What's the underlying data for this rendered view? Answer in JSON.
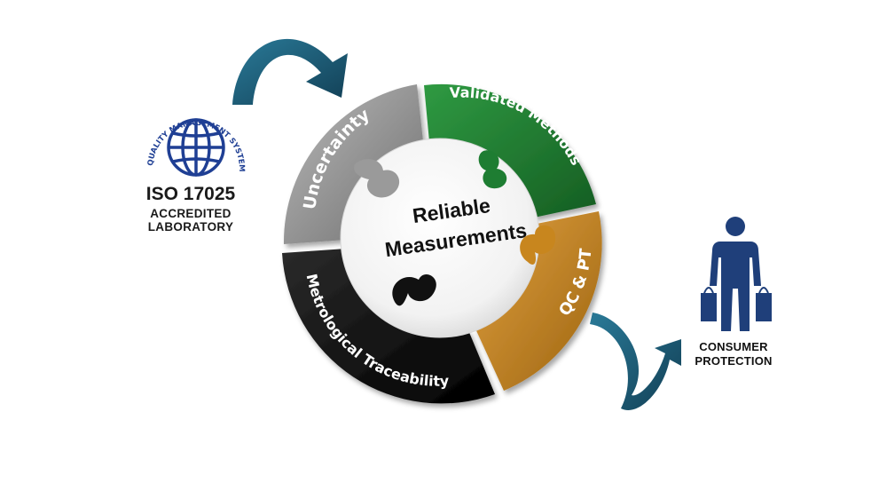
{
  "diagram": {
    "center_line1": "Reliable",
    "center_line2": "Measurements",
    "segments": [
      {
        "label": "Uncertainty",
        "color": "#8f8f8f"
      },
      {
        "label": "Validated Methods",
        "color": "#1e7d32"
      },
      {
        "label": "QC & PT",
        "color": "#c8861e"
      },
      {
        "label": "Metrological Traceability",
        "color": "#111111"
      }
    ]
  },
  "iso_logo": {
    "ring_text": "QUALITY MANAGEMENT SYSTEM",
    "standard": "ISO 17025",
    "line1": "ACCREDITED",
    "line2": "LABORATORY",
    "color": "#1f3f94"
  },
  "consumer": {
    "line1": "CONSUMER",
    "line2": "PROTECTION",
    "color": "#1f3f7a"
  },
  "arrow_color": "#1e5f7a"
}
